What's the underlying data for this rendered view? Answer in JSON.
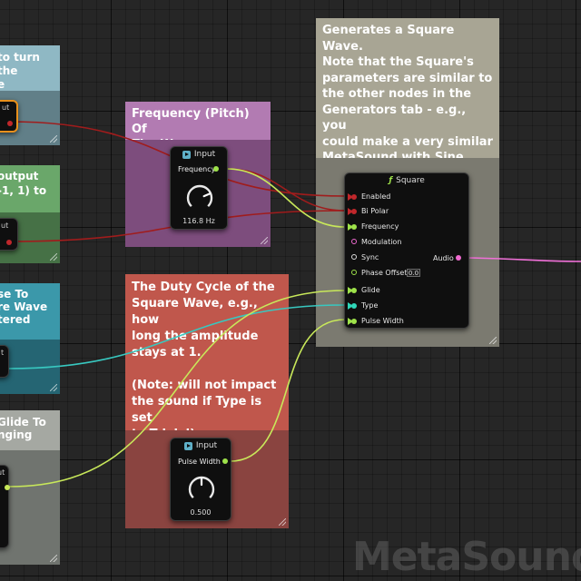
{
  "left_comments": [
    {
      "text": "to turn the\ne\nn and off",
      "color": "#8fb8c4"
    },
    {
      "text": "output\n-1, 1) to",
      "color": "#6aa76a"
    },
    {
      "text": "se To\nre Wave\ntered",
      "color": "#3b98aa"
    },
    {
      "text": "Glide To\nnging",
      "color": "#a5a8a2"
    }
  ],
  "frequency_comment": {
    "text": "Frequency (Pitch) Of\nThe Wave",
    "color": "#9a5e9a"
  },
  "duty_comment": {
    "text": "The Duty Cycle of the\nSquare Wave, e.g., how\nlong the amplitude\nstays at 1.\n\n(Note: will not impact\nthe sound if Type is set\nto Trivial)",
    "color": "#c0574c"
  },
  "square_comment": {
    "text": "Generates a Square Wave.\nNote that the Square's\nparameters are similar to\nthe other nodes in the\nGenerators tab - e.g., you\ncould make a very similar\nMetaSound with Sine, Saw,\nor Triangle",
    "color": "#a8a594"
  },
  "frequency_input": {
    "title": "Input",
    "label": "Frequency",
    "value": "116.8 Hz",
    "level": 0.75
  },
  "pulse_input": {
    "title": "Input",
    "label": "Pulse Width",
    "value": "0.500",
    "level": 0.5
  },
  "left_input_labels": {
    "a": "ut",
    "b": "ut",
    "c": "t",
    "d": "ut"
  },
  "square_node": {
    "title": "Square",
    "title_icon": "function-icon",
    "inputs": [
      {
        "label": "Enabled",
        "pin": "exec",
        "color": "#c0272b"
      },
      {
        "label": "Bi Polar",
        "pin": "exec",
        "color": "#c0272b"
      },
      {
        "label": "Frequency",
        "pin": "exec",
        "color": "#9ee24a"
      },
      {
        "label": "Modulation",
        "pin": "ring",
        "color": "#f06ad0"
      },
      {
        "label": "Sync",
        "pin": "ring",
        "color": "#dcdcdc"
      },
      {
        "label": "Phase Offset",
        "pin": "ring",
        "color": "#9ee24a",
        "value": "0.0"
      },
      {
        "label": "Glide",
        "pin": "exec",
        "color": "#9ee24a"
      },
      {
        "label": "Type",
        "pin": "exec",
        "color": "#2fd6b8"
      },
      {
        "label": "Pulse Width",
        "pin": "exec",
        "color": "#9ee24a"
      }
    ],
    "output": {
      "label": "Audio",
      "color": "#f06ad0"
    }
  },
  "colors": {
    "bool_wire": "#a01c1c",
    "float_wire": "#c8e85a",
    "enum_wire": "#38c8c0",
    "audio_wire": "#f070d8"
  },
  "watermark": "MetaSounds"
}
